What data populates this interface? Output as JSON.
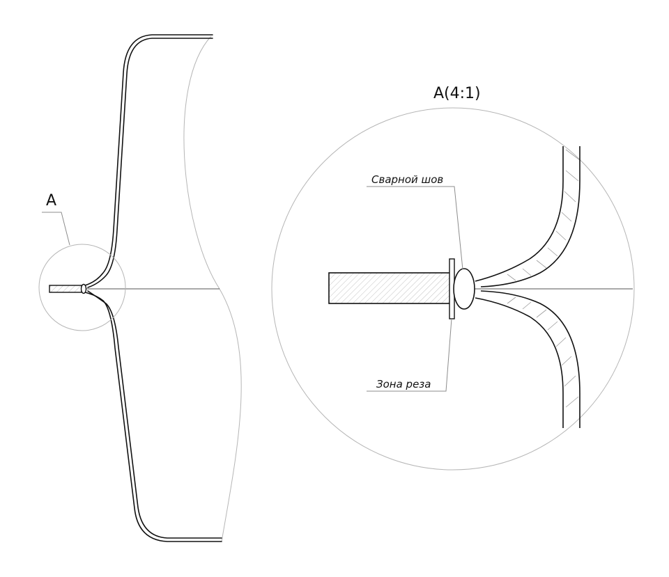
{
  "callout": {
    "detail_letter": "A",
    "detail_title": "A(4:1)"
  },
  "annotations": {
    "weld": "Сварной шов",
    "cut_zone": "Зона реза"
  },
  "colors": {
    "line": "#111111",
    "construction": "#b5b5b5",
    "hatch": "#9a9a9a"
  }
}
